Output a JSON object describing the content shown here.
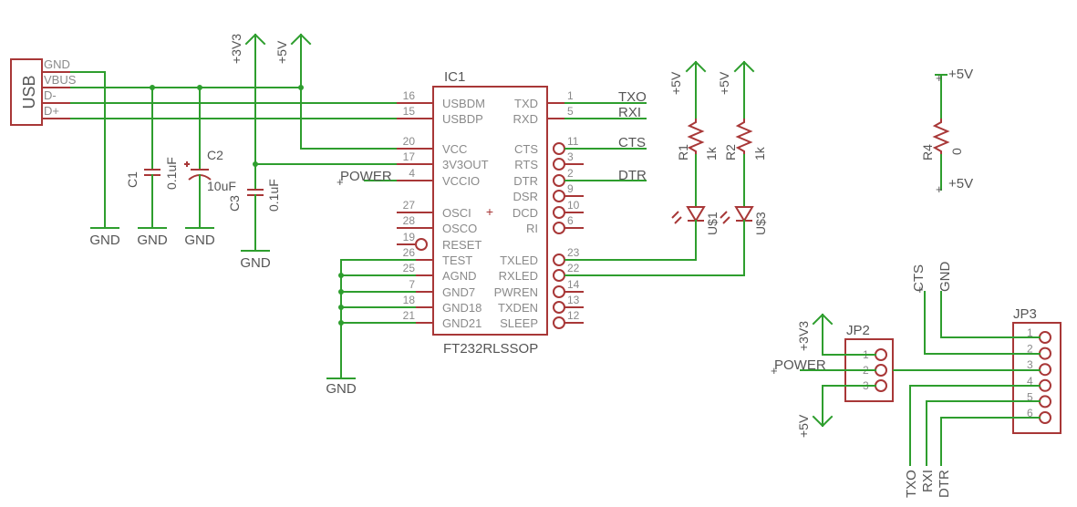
{
  "usb": {
    "label": "USB",
    "pins": [
      "GND",
      "VBUS",
      "D-",
      "D+"
    ]
  },
  "supplies": {
    "v3v3_top": "+3V3",
    "v5_top": "+5V",
    "r1_supply": "+5V",
    "r2_supply": "+5V",
    "r4_top": "+5V",
    "r4_bottom": "+5V",
    "jp2_3v3": "+3V3",
    "jp2_5v": "+5V"
  },
  "grounds": {
    "usb_gnd": "GND",
    "c1_gnd": "GND",
    "c2_gnd": "GND",
    "c3_gnd": "GND",
    "ic_gnd": "GND"
  },
  "capacitors": {
    "c1": {
      "name": "C1",
      "value": "0.1uF"
    },
    "c2": {
      "name": "C2",
      "value": "10uF"
    },
    "c3": {
      "name": "C3",
      "value": "0.1uF"
    }
  },
  "ic": {
    "name": "IC1",
    "part": "FT232RLSSOP",
    "left_pins": [
      {
        "label": "USBDM",
        "num": "16"
      },
      {
        "label": "USBDP",
        "num": "15"
      },
      {
        "label": "VCC",
        "num": "20"
      },
      {
        "label": "3V3OUT",
        "num": "17"
      },
      {
        "label": "VCCIO",
        "num": "4"
      },
      {
        "label": "OSCI",
        "num": "27"
      },
      {
        "label": "OSCO",
        "num": "28"
      },
      {
        "label": "RESET",
        "num": "19"
      },
      {
        "label": "TEST",
        "num": "26"
      },
      {
        "label": "AGND",
        "num": "25"
      },
      {
        "label": "GND7",
        "num": "7"
      },
      {
        "label": "GND18",
        "num": "18"
      },
      {
        "label": "GND21",
        "num": "21"
      }
    ],
    "right_pins": [
      {
        "label": "TXD",
        "num": "1"
      },
      {
        "label": "RXD",
        "num": "5"
      },
      {
        "label": "CTS",
        "num": "11"
      },
      {
        "label": "RTS",
        "num": "3"
      },
      {
        "label": "DTR",
        "num": "2"
      },
      {
        "label": "DSR",
        "num": "9"
      },
      {
        "label": "DCD",
        "num": "10"
      },
      {
        "label": "RI",
        "num": "6"
      },
      {
        "label": "TXLED",
        "num": "23"
      },
      {
        "label": "RXLED",
        "num": "22"
      },
      {
        "label": "PWREN",
        "num": "14"
      },
      {
        "label": "TXDEN",
        "num": "13"
      },
      {
        "label": "SLEEP",
        "num": "12"
      }
    ]
  },
  "nets": {
    "txo": "TXO",
    "rxi": "RXI",
    "cts": "CTS",
    "dtr": "DTR",
    "power": "POWER",
    "jp2_power": "POWER",
    "jp3_cts": "CTS",
    "jp3_gnd": "GND",
    "jp3_txo": "TXO",
    "jp3_rxi": "RXI",
    "jp3_dtr": "DTR"
  },
  "resistors": {
    "r1": {
      "name": "R1",
      "value": "1k"
    },
    "r2": {
      "name": "R2",
      "value": "1k"
    },
    "r4": {
      "name": "R4",
      "value": "0"
    }
  },
  "leds": {
    "led1": "U$1",
    "led2": "U$3"
  },
  "jp2": {
    "name": "JP2",
    "pins": [
      "1",
      "2",
      "3"
    ]
  },
  "jp3": {
    "name": "JP3",
    "pins": [
      "1",
      "2",
      "3",
      "4",
      "5",
      "6"
    ]
  }
}
